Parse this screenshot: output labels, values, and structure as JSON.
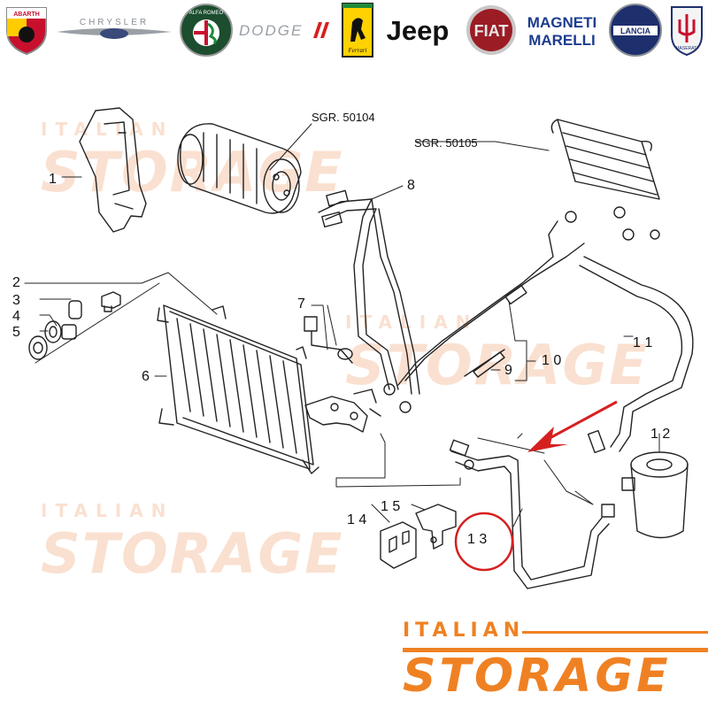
{
  "logos": [
    {
      "name": "abarth-logo",
      "text": "ABARTH"
    },
    {
      "name": "chrysler-logo",
      "text": "CHRYSLER"
    },
    {
      "name": "alfa-romeo-logo",
      "text": "ALFA ROMEO"
    },
    {
      "name": "dodge-logo",
      "text": "DODGE"
    },
    {
      "name": "ferrari-logo",
      "text": "Ferrari"
    },
    {
      "name": "jeep-logo",
      "text": "Jeep"
    },
    {
      "name": "fiat-logo",
      "text": "FIAT"
    },
    {
      "name": "magneti-marelli-logo",
      "text": "MAGNETI MARELLI"
    },
    {
      "name": "lancia-logo",
      "text": "LANCIA"
    },
    {
      "name": "maserati-logo",
      "text": "MASERATI"
    }
  ],
  "diagram": {
    "refs": {
      "compressor_group": "SGR. 50104",
      "condenser_group": "SGR. 50105"
    },
    "callouts": {
      "c1": "1",
      "c2": "2",
      "c3": "3",
      "c4": "4",
      "c5": "5",
      "c6": "6",
      "c7": "7",
      "c8": "8",
      "c9": "9",
      "c10": "1 0",
      "c11": "1 1",
      "c12": "1 2",
      "c13": "1 3",
      "c14": "1 4",
      "c15": "1 5"
    },
    "highlight_color": "#d62020"
  },
  "watermark": {
    "small": "ITALIAN",
    "big": "STORAGE"
  },
  "brand": {
    "small": "ITALIAN",
    "big": "STORAGE",
    "color": "#ef8123"
  }
}
